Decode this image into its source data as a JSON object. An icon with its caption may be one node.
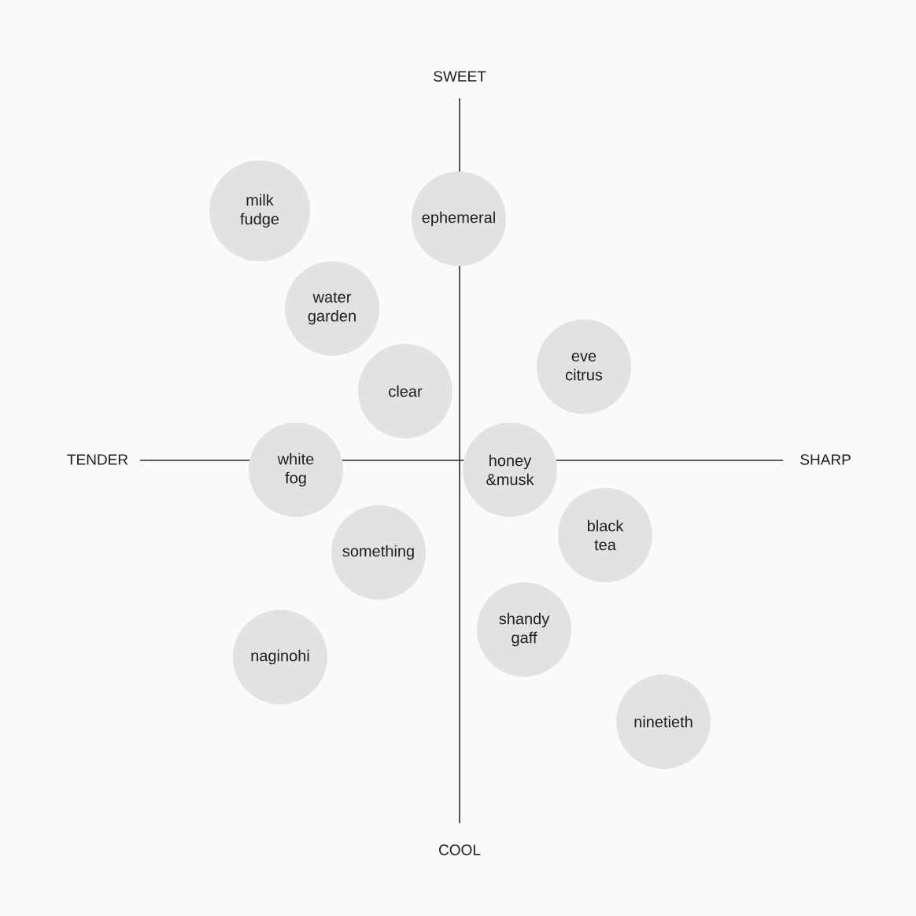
{
  "diagram": {
    "nodes": [
      {
        "text": [
          "milk fudge"
        ]
      },
      {
        "text": [
          "ephemeral"
        ]
      },
      {
        "text": [
          "water garden"
        ]
      },
      {
        "text": [
          "eve citrus"
        ]
      },
      {
        "text": [
          "clear"
        ]
      },
      {
        "text": [
          "white fog"
        ]
      },
      {
        "text": [
          "honey &musk"
        ]
      },
      {
        "text": [
          "black tea"
        ]
      },
      {
        "text": [
          "something"
        ]
      },
      {
        "text": [
          "shandy gaff"
        ]
      },
      {
        "text": [
          "naginohi"
        ]
      },
      {
        "text": [
          "ninetieth"
        ]
      }
    ],
    "labels": [
      "SWEET",
      "TENDER",
      "SHARP",
      "COOL"
    ]
  }
}
